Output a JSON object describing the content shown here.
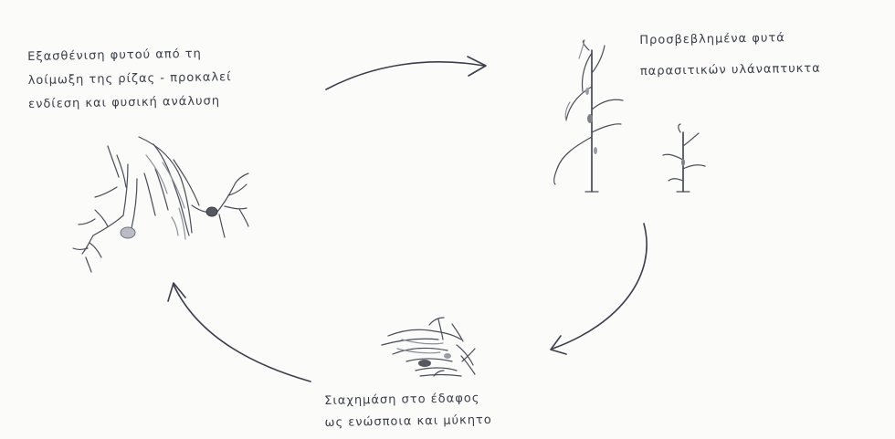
{
  "diagram": {
    "top_left_label": {
      "lines": [
        "Εξασθένιση φυτού από τη",
        "λοίμωξη της ρίζας - προκαλεί",
        "ενδίεση και φυσική ανάλυση"
      ]
    },
    "top_right_label": {
      "lines": [
        "Προσβεβλημένα φυτά",
        "παρασιτικών υλάναπτυκτα"
      ]
    },
    "bottom_label": {
      "lines": [
        "Σιαχημάση στο έδαφος",
        "ως ενώσποια και μύκητο"
      ]
    },
    "icons": [
      "infected-roots-icon",
      "infected-plants-icon",
      "soil-residue-icon"
    ],
    "colors": {
      "ink": "#3a3d48",
      "shading": "#9a9da6",
      "background": "#fbfbfa"
    }
  }
}
